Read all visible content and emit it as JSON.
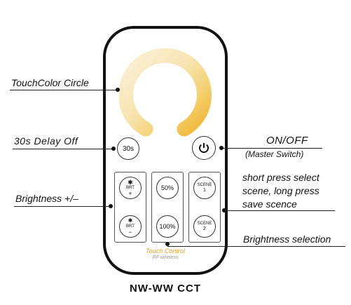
{
  "labels": {
    "touch_color_circle": "TouchColor Circle",
    "delay_off": "30s Delay Off",
    "on_off": "ON/OFF",
    "master_switch": "(Master Switch)",
    "scene_note_1": "short press select",
    "scene_note_2": "scene, long press",
    "scene_note_3": "save scence",
    "brightness": "Brightness +/–",
    "brightness_selection": "Brightness selection"
  },
  "buttons": {
    "delay": "30s",
    "brt": "BRT",
    "pct50": "50%",
    "pct100": "100%",
    "scene": "SCENE",
    "scene1": "1",
    "scene2": "2"
  },
  "footer": {
    "touch_control": "Touch Control",
    "rf_wireless": "RF wireless",
    "model": "NW-WW CCT"
  },
  "colors": {
    "ring_cool": "#fdf6e8",
    "ring_warm": "#f6b936"
  }
}
